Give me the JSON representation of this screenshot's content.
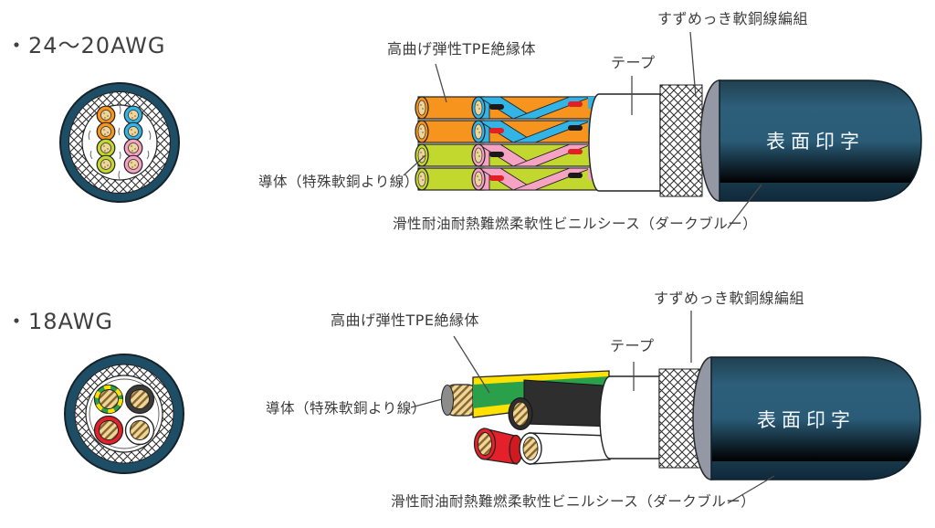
{
  "title": "Cable construction diagrams",
  "diagrams": [
    {
      "size_label": "・24～20AWG",
      "surface_print": "表面印字",
      "callouts": {
        "insulation": "高曲げ弾性TPE絶縁体",
        "tape": "テープ",
        "braid": "すずめっき軟銅線編組",
        "conductor": "導体（特殊軟銅より線）",
        "sheath": "滑性耐油耐熱難燃柔軟性ビニルシース（ダークブルー）"
      },
      "cross_section": {
        "type": "twisted-pair-cable",
        "pairs": [
          {
            "wireA": "orange",
            "wireB": "sky-blue"
          },
          {
            "wireA": "orange",
            "wireB": "sky-blue"
          },
          {
            "wireA": "yellow-green",
            "wireB": "pink"
          },
          {
            "wireA": "yellow-green",
            "wireB": "pink"
          }
        ]
      }
    },
    {
      "size_label": "・18AWG",
      "surface_print": "表面印字",
      "callouts": {
        "insulation": "高曲げ弾性TPE絶縁体",
        "tape": "テープ",
        "braid": "すずめっき軟銅線編組",
        "conductor": "導体（特殊軟銅より線）",
        "sheath": "滑性耐油耐熱難燃柔軟性ビニルシース（ダークブルー）"
      },
      "cross_section": {
        "type": "multi-core-cable",
        "cores": [
          "green/yellow",
          "black",
          "red",
          "white"
        ]
      }
    }
  ],
  "colors": {
    "sheath_dark_blue": "#245570",
    "sheath_ring_gray": "#9398a4",
    "wire_orange": "#F7941E",
    "wire_sky_blue": "#33B4E6",
    "wire_yellow_green": "#C3D82E",
    "wire_pink": "#F5A2C3",
    "wire_green": "#2BA04A",
    "wire_yellow": "#FFE100",
    "wire_red": "#E5202A",
    "wire_black": "#2E2E2E",
    "wire_white": "#FFFFFF",
    "conductor_tan": "#ECD69D",
    "mark_black": "#1A1A1A",
    "mark_red": "#E31E24"
  }
}
